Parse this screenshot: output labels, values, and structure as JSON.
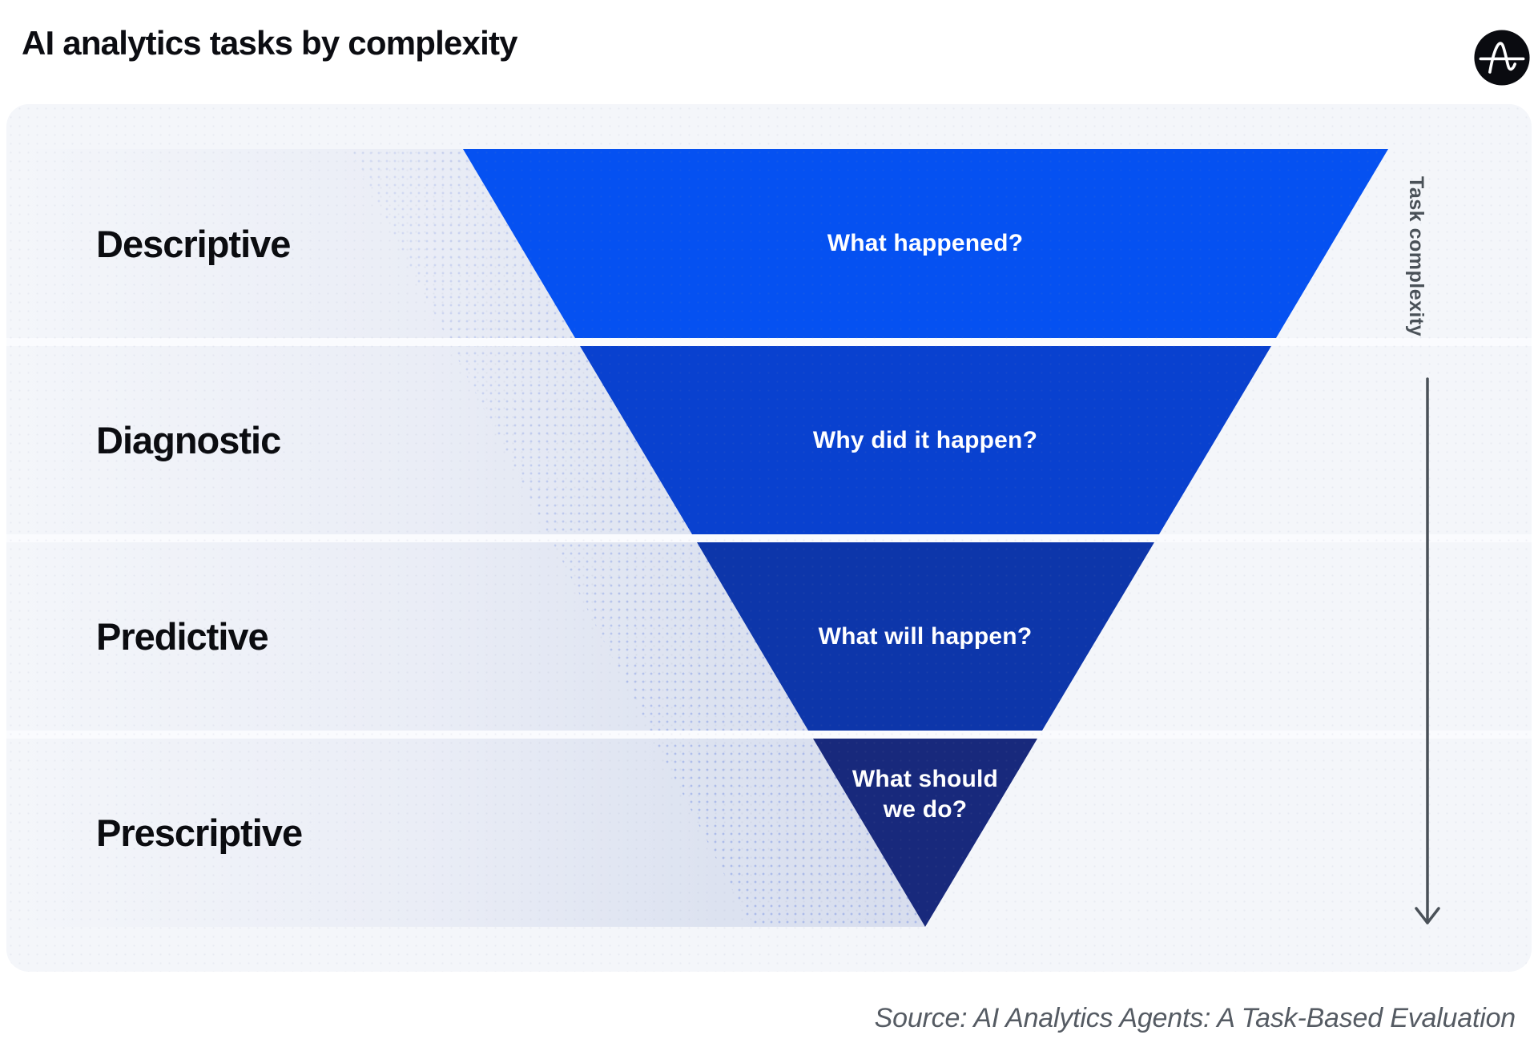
{
  "header": {
    "title": "AI analytics tasks by complexity",
    "logo_icon": "amplitude-wave-icon"
  },
  "funnel": {
    "levels": [
      {
        "label": "Descriptive",
        "lines": [
          "What happened?"
        ],
        "color": "#0551f1"
      },
      {
        "label": "Diagnostic",
        "lines": [
          "Why did it happen?"
        ],
        "color": "#0941cf"
      },
      {
        "label": "Predictive",
        "lines": [
          "What will happen?"
        ],
        "color": "#0d36aa"
      },
      {
        "label": "Prescriptive",
        "lines": [
          "What should",
          "we do?"
        ],
        "color": "#18297c"
      }
    ]
  },
  "axis": {
    "label": "Task complexity",
    "arrow_color": "#4a5158"
  },
  "footer": {
    "source": "Source: AI Analytics Agents: A Task-Based Evaluation"
  }
}
